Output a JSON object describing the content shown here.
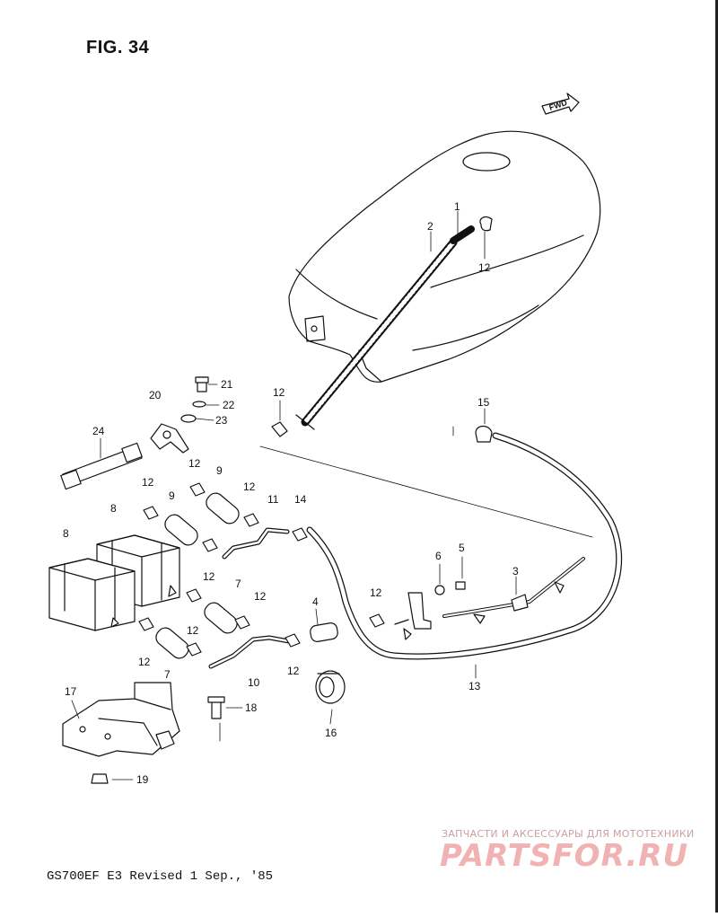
{
  "figure": {
    "title": "FIG. 34",
    "fwd_label": "FWD"
  },
  "footer": {
    "caption": "GS700EF E3   Revised 1 Sep., '85"
  },
  "watermark": {
    "top_line": "ЗАПЧАСТИ И АКСЕССУАРЫ ДЛЯ МОТОТЕХНИКИ",
    "brand": "PARTSFOR.RU",
    "color": "#f0b2b2"
  },
  "callouts": [
    "1",
    "2",
    "12",
    "12",
    "15",
    "21",
    "22",
    "23",
    "20",
    "24",
    "9",
    "12",
    "12",
    "9",
    "11",
    "14",
    "8",
    "8",
    "12",
    "12",
    "12",
    "7",
    "12",
    "6",
    "5",
    "3",
    "4",
    "12",
    "12",
    "7",
    "10",
    "12",
    "13",
    "17",
    "18",
    "16",
    "19"
  ]
}
